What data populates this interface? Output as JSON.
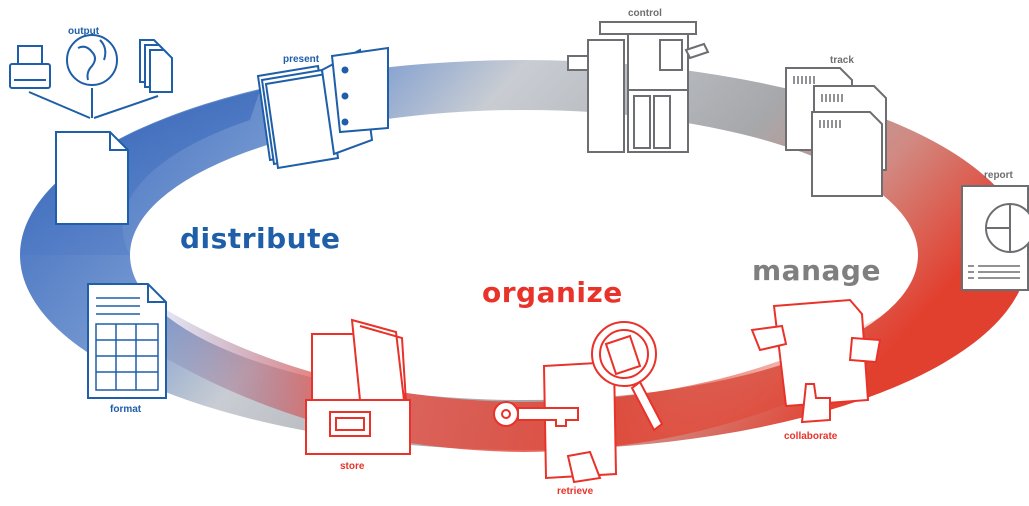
{
  "colors": {
    "distribute": "#1f5ea8",
    "manage": "#7f7f7f",
    "organize": "#e8322a",
    "ring_blue": "#3c6bbf",
    "ring_gray": "#a9abae",
    "ring_red": "#e2402f"
  },
  "sections": {
    "distribute": "distribute",
    "manage": "manage",
    "organize": "organize"
  },
  "steps": {
    "output": "output",
    "present": "present",
    "control": "control",
    "track": "track",
    "report": "report",
    "collaborate": "collaborate",
    "retrieve": "retrieve",
    "store": "store",
    "format": "format"
  },
  "icons": {
    "output": [
      "printer-icon",
      "globe-icon",
      "document-stack-icon",
      "document-icon"
    ],
    "present": "binder-icon",
    "control": "copier-icon",
    "track": "barcode-documents-icon",
    "report": "pie-chart-report-icon",
    "collaborate": "hands-document-icon",
    "retrieve": [
      "key-icon",
      "magnifier-icon"
    ],
    "store": "file-drawer-icon",
    "format": "spreadsheet-icon"
  }
}
